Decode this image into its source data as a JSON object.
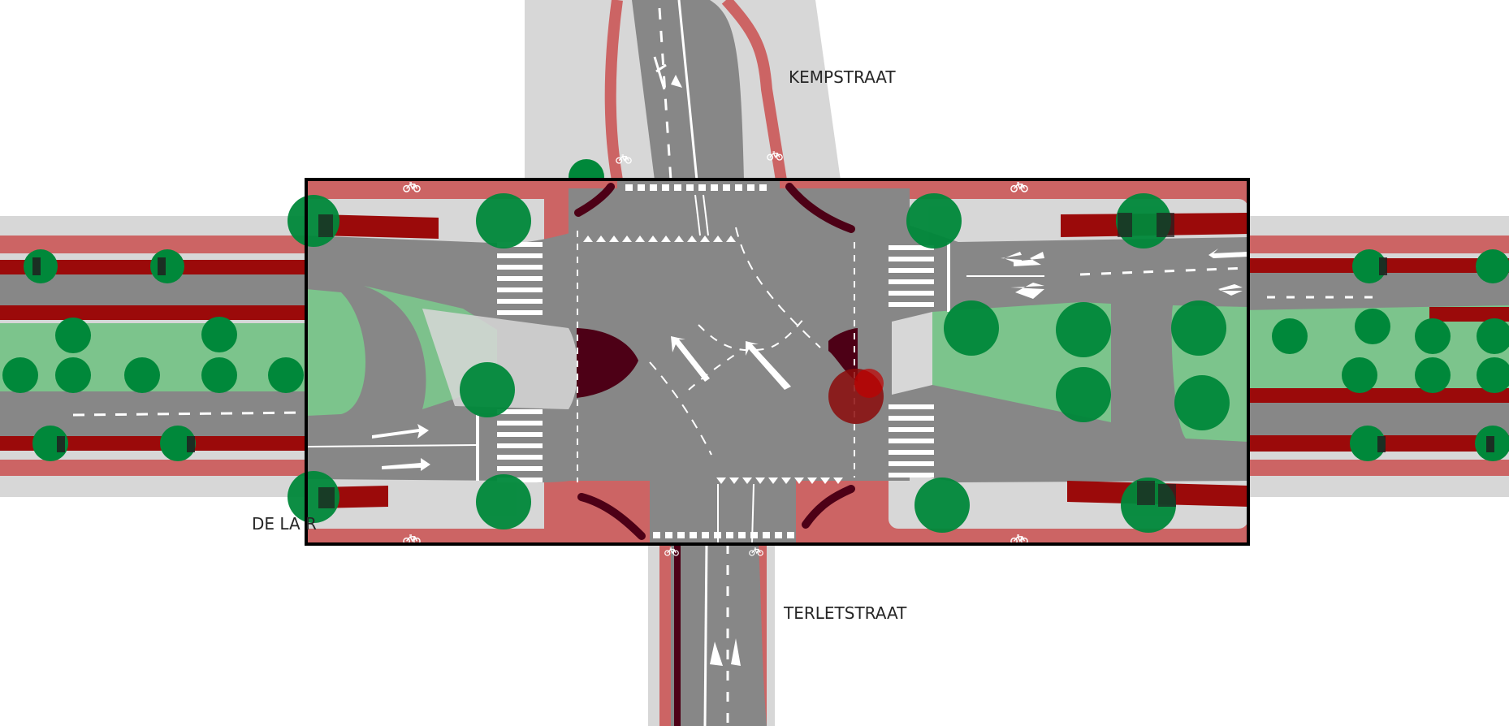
{
  "streets": {
    "north": "KEMPSTRAAT",
    "south": "TERLETSTRAAT",
    "west": "DE LA R"
  },
  "icons": {
    "bicycle": "bicycle-icon",
    "arrow": "lane-arrow-icon",
    "tree": "tree-icon",
    "crosswalk": "zebra-crossing-icon",
    "shark_teeth": "yield-triangles-icon"
  },
  "colors": {
    "asphalt": "#878787",
    "sidewalk": "#d7d7d7",
    "bike_lane": "#cc6464",
    "curb_dark": "#9b0a0a",
    "island_dark": "#4d0016",
    "tree": "#00883a",
    "green_verge": "#7cc48c",
    "markings": "#ffffff",
    "frame": "#000000",
    "background": "#ffffff"
  }
}
